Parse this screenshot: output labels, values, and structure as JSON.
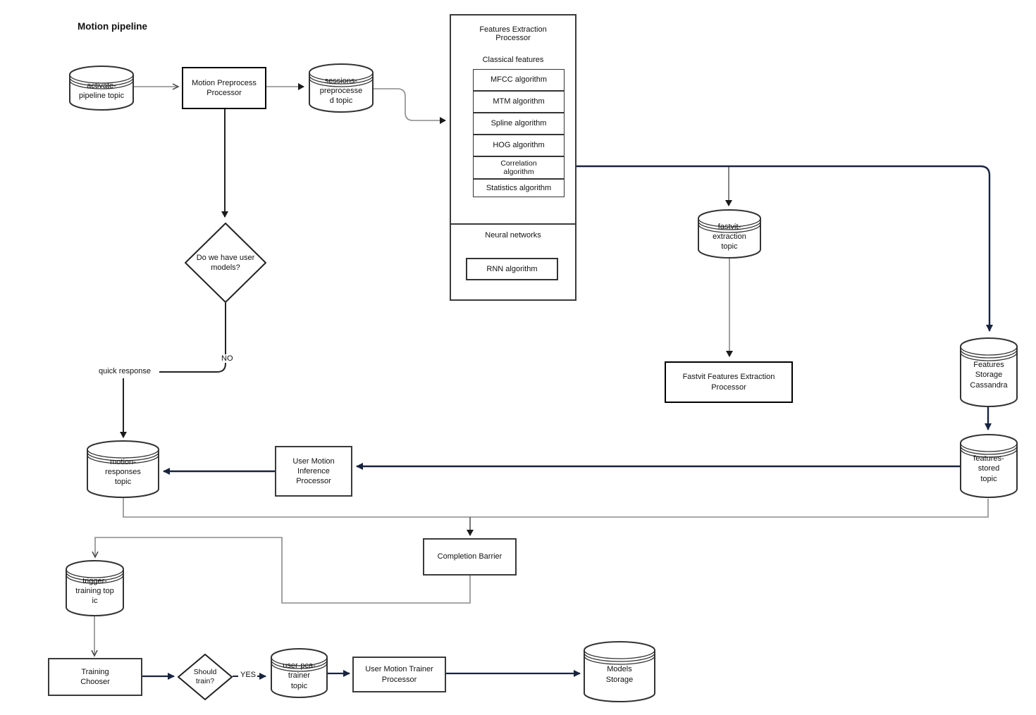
{
  "title": "Motion pipeline",
  "colors": {
    "navy": "#18243e",
    "gray": "#8a8a8a",
    "black": "#222222",
    "node_border": "#333333"
  },
  "nodes": {
    "activate_topic": {
      "label": "activate-\npipeline topic"
    },
    "motion_preprocess": {
      "label": "Motion Preprocess\nProcessor"
    },
    "sessions_topic": {
      "label": "sessions-\npreprocesse\nd topic"
    },
    "features_extraction": {
      "title": "Features Extraction\nProcessor",
      "classical_label": "Classical features",
      "algorithms": [
        "MFCC algorithm",
        "MTM algorithm",
        "Spline algorithm",
        "HOG algorithm",
        "Correlation\nalgorithm",
        "Statistics algorithm"
      ],
      "neural_label": "Neural networks",
      "rnn_label": "RNN algorithm"
    },
    "user_models_decision": {
      "label": "Do we have user\nmodels?"
    },
    "fastvit_topic": {
      "label": "fastvit-\nextraction\ntopic"
    },
    "fastvit_processor": {
      "label": "Fastvit Features Extraction\nProcessor"
    },
    "features_storage": {
      "label": "Features\nStorage\nCassandra"
    },
    "features_stored_topic": {
      "label": "features-\nstored\ntopic"
    },
    "motion_responses_topic": {
      "label": "motion-\nresponses\ntopic"
    },
    "user_motion_inference": {
      "label": "User Motion\nInference\nProcessor"
    },
    "completion_barrier": {
      "label": "Completion Barrier"
    },
    "trigger_training_topic": {
      "label": "trigger-\ntraining top\nic"
    },
    "training_chooser": {
      "label": "Training\nChooser"
    },
    "should_train_decision": {
      "label": "Should\ntrain?"
    },
    "user_pca_topic": {
      "label": "user-pca-\ntrainer\ntopic"
    },
    "user_motion_trainer": {
      "label": "User Motion Trainer\nProcessor"
    },
    "models_storage": {
      "label": "Models\nStorage"
    }
  },
  "edge_labels": {
    "no": "NO",
    "yes": "YES",
    "quick_response": "quick response"
  }
}
